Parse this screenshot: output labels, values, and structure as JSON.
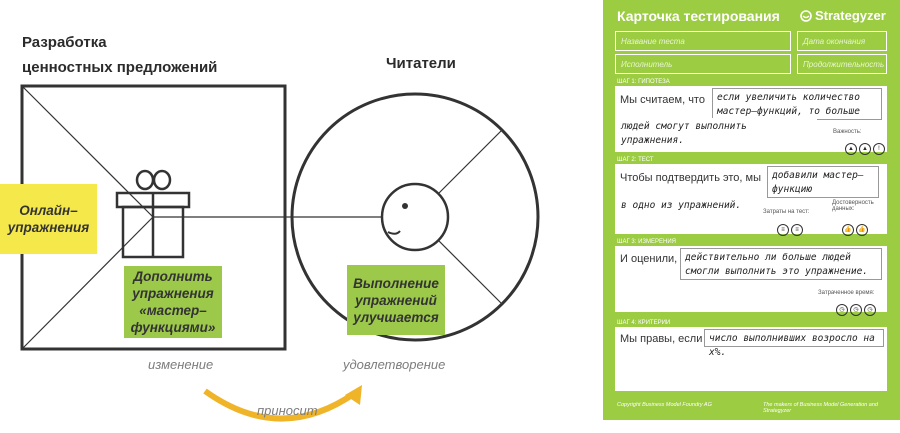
{
  "left_title": "Разработка\nценностных предложений",
  "right_title": "Читатели",
  "product_note": "Онлайн–\nупражнения",
  "gain_creator_note": "Дополнить\nупражнения\n«мастер–\nфункциями»",
  "gain_note": "Выполнение\nупражнений\nулучшается",
  "caption_change": "изменение",
  "caption_satisfaction": "удовлетворение",
  "caption_brings": "приносит",
  "card": {
    "title": "Карточка тестирования",
    "brand": "Strategyzer",
    "fields": {
      "test_name": "Название теста",
      "deadline": "Дата окончания",
      "owner": "Исполнитель",
      "duration": "Продолжительность"
    },
    "step1": {
      "label": "ШАГ 1: ГИПОТЕЗА",
      "prefix": "Мы считаем, что",
      "fill": "если увеличить количество мастер–функций, то больше",
      "line2": "людей смогут выполнить упражнения.",
      "meta": "Важность:"
    },
    "step2": {
      "label": "ШАГ 2: ТЕСТ",
      "prefix": "Чтобы подтвердить это, мы",
      "fill": "добавили мастер–функцию",
      "line2": "в одно из упражнений.",
      "meta1": "Затраты на тест:",
      "meta2": "Достоверность данных:"
    },
    "step3": {
      "label": "ШАГ 3: ИЗМЕРЕНИЯ",
      "prefix": "И оценили,",
      "fill": "действительно ли больше людей смогли выполнить это упражнение.",
      "meta": "Затраченное время:"
    },
    "step4": {
      "label": "ШАГ 4: КРИТЕРИИ",
      "prefix": "Мы правы, если",
      "fill": "число выполнивших возросло на х%."
    },
    "footer_left": "Copyright Business Model Foundry AG",
    "footer_right": "The makers of Business Model Generation and Strategyzer"
  },
  "colors": {
    "yellow": "#f5e84a",
    "green": "#9dc94a",
    "card": "#9ccc42",
    "arrow": "#f0b429"
  }
}
